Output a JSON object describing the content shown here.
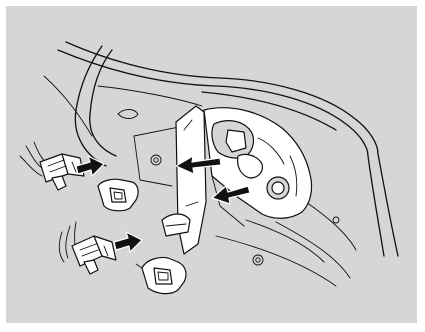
{
  "figure": {
    "subject": "tail-light-bulb-replacement-illustration",
    "colors": {
      "panel_background": "#d6d6d6",
      "line": "#111111",
      "part_fill": "#ffffff",
      "arrow_fill": "#111111"
    },
    "parts": [
      {
        "name": "upper-bulb-socket",
        "icon": "bulb-socket-icon"
      },
      {
        "name": "upper-wedge-bulb",
        "icon": "wedge-bulb-icon"
      },
      {
        "name": "lower-bulb-socket",
        "icon": "bulb-socket-icon"
      },
      {
        "name": "lower-wedge-bulb",
        "icon": "wedge-bulb-icon"
      }
    ],
    "arrows": [
      {
        "name": "arrow-upper-socket-to-bulb",
        "direction": "right"
      },
      {
        "name": "arrow-lower-socket-to-bulb",
        "direction": "right"
      },
      {
        "name": "arrow-remove-upper-socket",
        "direction": "left"
      },
      {
        "name": "arrow-remove-lower-socket",
        "direction": "left"
      }
    ]
  }
}
